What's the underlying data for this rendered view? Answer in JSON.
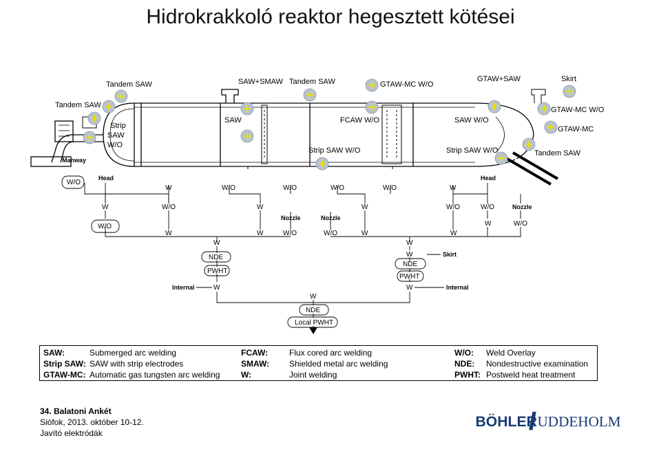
{
  "title": "Hidrokrakkoló reaktor hegesztett kötései",
  "vessel_labels": {
    "tandem_saw_left": "Tandem SAW",
    "tandem_saw_top": "Tandem SAW",
    "saw_smaw": "SAW+SMAW",
    "tandem_saw_mid": "Tandem SAW",
    "gtaw_mc_wo_top": "GTAW-MC W/O",
    "gtaw_saw": "GTAW+SAW",
    "skirt_top": "Skirt",
    "strip_saw_wo_left": "Strip\nSAW\nW/O",
    "saw": "SAW",
    "fcaw_wo": "FCAW W/O",
    "saw_wo": "SAW W/O",
    "gtaw_mc_wo_right": "GTAW-MC W/O",
    "gtaw_mc_right": "GTAW-MC",
    "strip_saw_wo_mid": "Strip SAW W/O",
    "strip_saw_wo_right": "Strip SAW W/O",
    "tandem_saw_right": "Tandem SAW",
    "manway": "Manway"
  },
  "flow": {
    "r1": [
      "W/O",
      "Head",
      "W",
      "W/O",
      "W/O",
      "W/O",
      "W/O",
      "W",
      "Head"
    ],
    "r2": [
      "W",
      "W/O",
      "W",
      "W",
      "W/O",
      "W/O",
      "Nozzle"
    ],
    "r3": [
      "W/O",
      "W",
      "W",
      "Nozzle",
      "Nozzle",
      "W/O",
      "W/O",
      "W",
      "W",
      "W/O"
    ],
    "r4": [
      "W",
      "W"
    ],
    "r5": [
      "NDE",
      "W",
      "NDE",
      "Skirt"
    ],
    "r6": [
      "PWHT",
      "PWHT"
    ],
    "r7": [
      "Internal",
      "W",
      "W",
      "Internal"
    ],
    "r8": [
      "W",
      "NDE",
      "Local PWHT"
    ]
  },
  "legend": {
    "k1": "SAW:",
    "v1": "Submerged arc welding",
    "k2": "Strip SAW:",
    "v2": "SAW with strip electrodes",
    "k3": "GTAW-MC:",
    "v3": "Automatic gas tungsten arc welding",
    "k4": "FCAW:",
    "v4": "Flux cored arc welding",
    "k5": "SMAW:",
    "v5": "Shielded metal arc welding",
    "k6": "W:",
    "v6": "Joint welding",
    "k7": "W/O:",
    "v7": "Weld Overlay",
    "k8": "NDE:",
    "v8": "Nondestructive examination",
    "k9": "PWHT:",
    "v9": "Postweld heat treatment"
  },
  "footer": {
    "event": "34. Balatoni Ankét",
    "place": "Siófok, 2013. október 10-12.",
    "topic": "Javító elektródák"
  },
  "logo": {
    "part1": "BÖHLER",
    "part2": "UDDEHOLM"
  },
  "colors": {
    "marker_fill": "#b9c3cf",
    "marker_cross": "#e8e000",
    "logo_blue": "#1a3b73"
  }
}
